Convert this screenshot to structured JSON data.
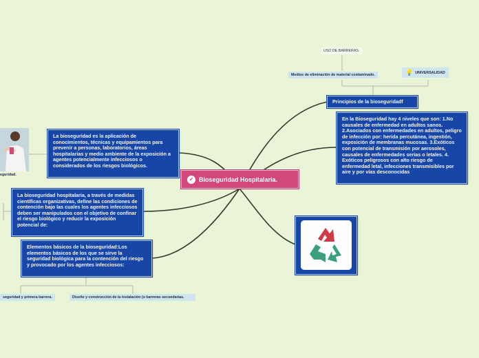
{
  "central": {
    "title": "Bioseguridad Hospitalaria.",
    "icon": "check-circle-icon"
  },
  "left_nodes": {
    "definition": "La bioseguridad es la aplicación de conocimientos, técnicas y equipamientos para prevenir a personas, laboratorios, áreas hospitalarias y medio ambiente de la exposición a agentes potencialmente infecciosos o considerados de los riesgos biológicos.",
    "hospital": "La bioseguridad hospitalaria, a través de medidas científicas organizativas, define las condiciones de contención bajo las cuales los agentes infecciosos deben ser manipulados con el objetivo de confinar el riesgo biológico y reducir la exposición potencial de:",
    "elements": "Elementos básicos de la bioseguridad:Los elementos básicos de los que se sirve la seguridad biológica para la contención del riesgo y provocado por los agentes infecciosos:"
  },
  "right_nodes": {
    "principles": "Principios de la bioseguridadf",
    "levels": "En la Bioseguridad hay 4 niveles que son: 1.No causales de enfermedad en adultos sanos. 2.Asociados con enfermedades en adultos, peligro de infección por: herida percutánea, ingestión, exposición de membranas mucosas. 3.Exóticos con potencial de transmisión por aerosoles, causales de enfermedades serias o letales. 4. Exóticos peligrosos con alto riesgo de enfermedad letal, infecciones transmisibles por aire y por vías desconocidas"
  },
  "tags": {
    "uso_barreras": "USO DE BARRERAS.",
    "medios": "Medios de eliminación de material contaminado.",
    "universalidad": "UNIVERSALIDAD",
    "universalidad_icon": "lightbulb-icon",
    "seguridad_primera": "seguridad y primera barrera.",
    "diseno": "Diseño y construcción de la instalación (o barreras secundarias.",
    "image_caption": "eguridad."
  },
  "images": {
    "recycle": "recycle-icon",
    "person": "person-photo"
  },
  "colors": {
    "background": "#eaf5d8",
    "node_blue": "#1746a6",
    "central_pink": "#d2487b",
    "link": "#2f3a2a",
    "tag_light": "#cfe6ee"
  }
}
